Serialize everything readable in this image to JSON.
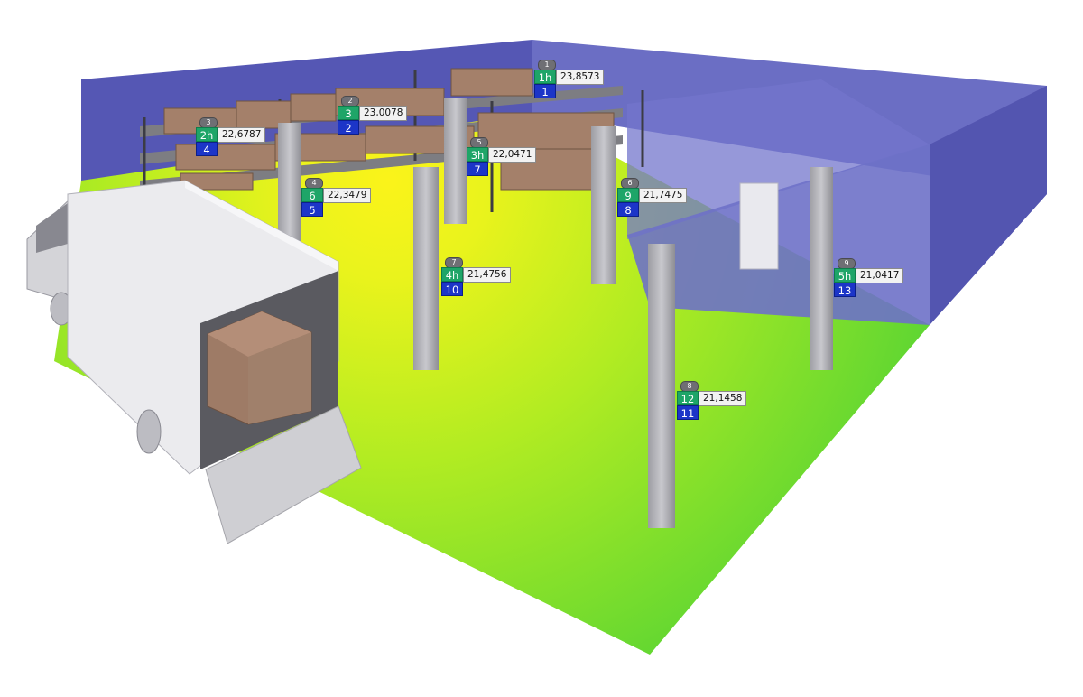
{
  "colors": {
    "wall": "#5b5eb8",
    "floor_hot": "#f7f71c",
    "floor_cool": "#5fd632",
    "pillar": "#a9a9ae",
    "code_badge": "#1ea568",
    "num_badge": "#1c35c8"
  },
  "sensors": [
    {
      "id": "1",
      "code": "1h",
      "value": "23,8573",
      "num": "1"
    },
    {
      "id": "2",
      "code": "3",
      "value": "23,0078",
      "num": "2"
    },
    {
      "id": "3",
      "code": "2h",
      "value": "22,6787",
      "num": "4"
    },
    {
      "id": "4",
      "code": "6",
      "value": "22,3479",
      "num": "5"
    },
    {
      "id": "5",
      "code": "3h",
      "value": "22,0471",
      "num": "7"
    },
    {
      "id": "6",
      "code": "9",
      "value": "21,7475",
      "num": "8"
    },
    {
      "id": "7",
      "code": "4h",
      "value": "21,4756",
      "num": "10"
    },
    {
      "id": "8",
      "code": "12",
      "value": "21,1458",
      "num": "11"
    },
    {
      "id": "9",
      "code": "5h",
      "value": "21,0417",
      "num": "13"
    }
  ]
}
